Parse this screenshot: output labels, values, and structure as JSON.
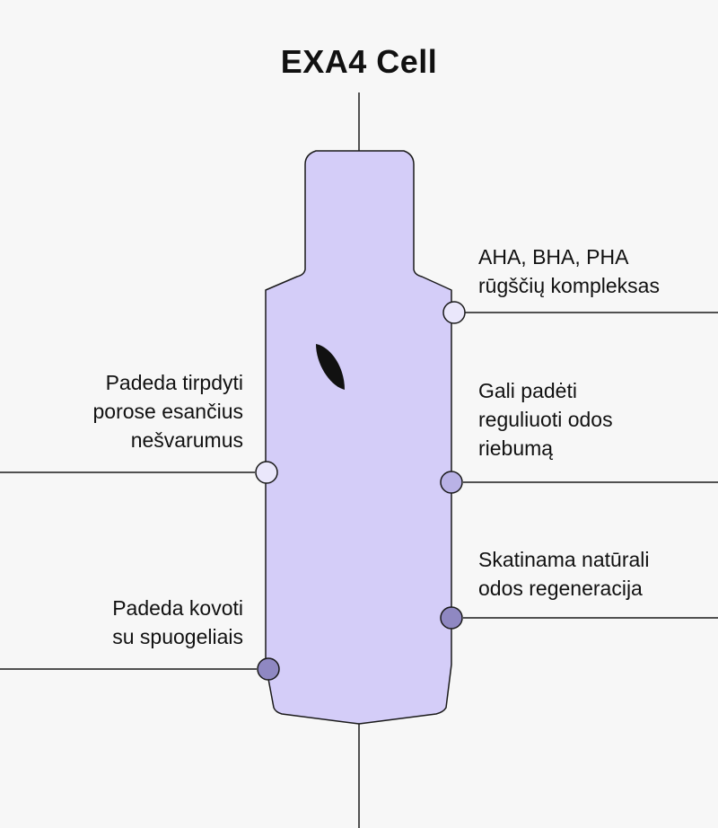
{
  "title": "EXA4 Cell",
  "colors": {
    "bottle_fill": "#d4cdf8",
    "outline": "#1a1a1a",
    "dot_light": "#eae7fb",
    "dot_mid": "#b9b2e6",
    "dot_dark": "#8f88c2",
    "background": "#f7f7f7"
  },
  "logo_icon": "leaf-icon",
  "callouts": {
    "aha": {
      "line1": "AHA, BHA, PHA",
      "line2": "rūgščių kompleksas"
    },
    "tirpdyti": {
      "line1": "Padeda tirpdyti",
      "line2": "porose esančius",
      "line3": "nešvarumus"
    },
    "riebuma": {
      "line1": "Gali padėti",
      "line2": "reguliuoti odos",
      "line3": "riebumą"
    },
    "regeneracija": {
      "line1": "Skatinama natūrali",
      "line2": "odos regeneracija"
    },
    "spuogai": {
      "line1": "Padeda kovoti",
      "line2": "su spuogeliais"
    }
  }
}
